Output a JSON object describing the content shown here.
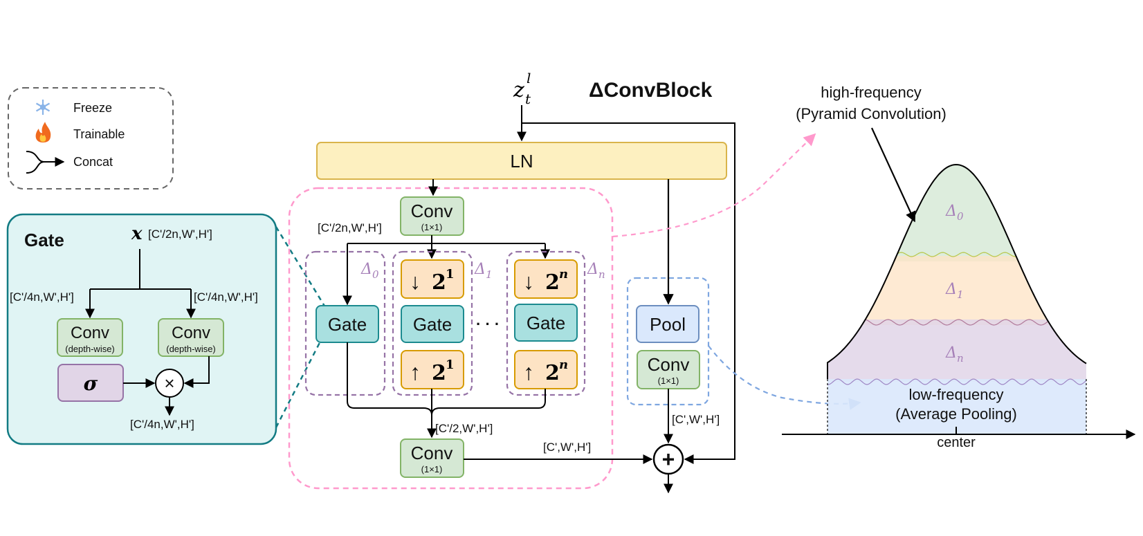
{
  "title": "ΔConvBlock",
  "input": {
    "var": "z",
    "sub": "t",
    "sup": "l"
  },
  "legend": {
    "freeze": "Freeze",
    "trainable": "Trainable",
    "concat": "Concat"
  },
  "gate_panel": {
    "title": "Gate",
    "input_var": "x",
    "input_shape": "[C'/2n,W',H']",
    "left_shape": "[C'/4n,W',H']",
    "right_shape": "[C'/4n,W',H']",
    "conv_label": "Conv",
    "conv_sub": "(depth-wise)",
    "sigma": "σ",
    "multiply": "×",
    "output_shape": "[C'/4n,W',H']"
  },
  "block": {
    "ln": "LN",
    "conv_top": "Conv",
    "conv_top_sub": "(1×1)",
    "shape_after_conv": "[C'/2n,W',H']",
    "delta0": "Δ",
    "delta0_sub": "0",
    "delta1": "Δ",
    "delta1_sub": "1",
    "deltan": "Δ",
    "deltan_sub": "n",
    "down": "↓",
    "up": "↑",
    "base": "2",
    "exp1": "1",
    "expn": "n",
    "gate": "Gate",
    "ellipsis": "· · ·",
    "shape_concat": "[C'/2,W',H']",
    "conv_bottom": "Conv",
    "conv_bottom_sub": "(1×1)",
    "shape_out": "[C',W',H']",
    "pool": "Pool",
    "conv_pool": "Conv",
    "conv_pool_sub": "(1×1)",
    "shape_pool": "[C',W',H']",
    "plus": "+"
  },
  "freq_plot": {
    "high_label_1": "high-frequency",
    "high_label_2": "(Pyramid Convolution)",
    "low_label_1": "low-frequency",
    "low_label_2": "(Average Pooling)",
    "center": "center",
    "band0": "Δ",
    "band0_sub": "0",
    "band1": "Δ",
    "band1_sub": "1",
    "bandn": "Δ",
    "bandn_sub": "n"
  },
  "colors": {
    "gate_panel_fill": "#e0f4f4",
    "gate_panel_stroke": "#127b83",
    "ln_fill": "#fdf0c0",
    "ln_stroke": "#d9b44a",
    "conv_fill": "#d5e8d4",
    "conv_stroke": "#82b366",
    "gate_fill": "#a9e0e0",
    "gate_stroke": "#1b8a8f",
    "scale_fill": "#fde3c4",
    "scale_stroke": "#d79b00",
    "pool_fill": "#dae8fc",
    "pool_stroke": "#6c8ebf",
    "sigma_fill": "#e1d5e7",
    "sigma_stroke": "#9673a6",
    "pink_dash": "#ff99cc",
    "purple_dash": "#9673a6",
    "blue_dash": "#7ea6e0",
    "delta_text": "#a680b8"
  }
}
